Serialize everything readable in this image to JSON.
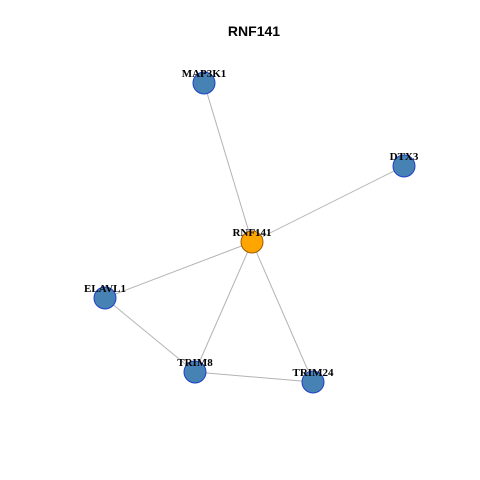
{
  "title": "RNF141",
  "colors": {
    "center_fill": "#FFA500",
    "center_stroke": "#A05A00",
    "node_fill": "#4682B4",
    "node_stroke": "#1E3FC8",
    "edge": "#B3B3B3"
  },
  "nodes": [
    {
      "id": "MAP3K1",
      "label": "MAP3K1",
      "role": "neighbor"
    },
    {
      "id": "DTX3",
      "label": "DTX3",
      "role": "neighbor"
    },
    {
      "id": "RNF141",
      "label": "RNF141",
      "role": "center"
    },
    {
      "id": "ELAVL1",
      "label": "ELAVL1",
      "role": "neighbor"
    },
    {
      "id": "TRIM8",
      "label": "TRIM8",
      "role": "neighbor"
    },
    {
      "id": "TRIM24",
      "label": "TRIM24",
      "role": "neighbor"
    }
  ],
  "edges": [
    {
      "source": "RNF141",
      "target": "MAP3K1"
    },
    {
      "source": "RNF141",
      "target": "DTX3"
    },
    {
      "source": "RNF141",
      "target": "ELAVL1"
    },
    {
      "source": "RNF141",
      "target": "TRIM8"
    },
    {
      "source": "RNF141",
      "target": "TRIM24"
    },
    {
      "source": "ELAVL1",
      "target": "TRIM8"
    },
    {
      "source": "TRIM8",
      "target": "TRIM24"
    }
  ]
}
